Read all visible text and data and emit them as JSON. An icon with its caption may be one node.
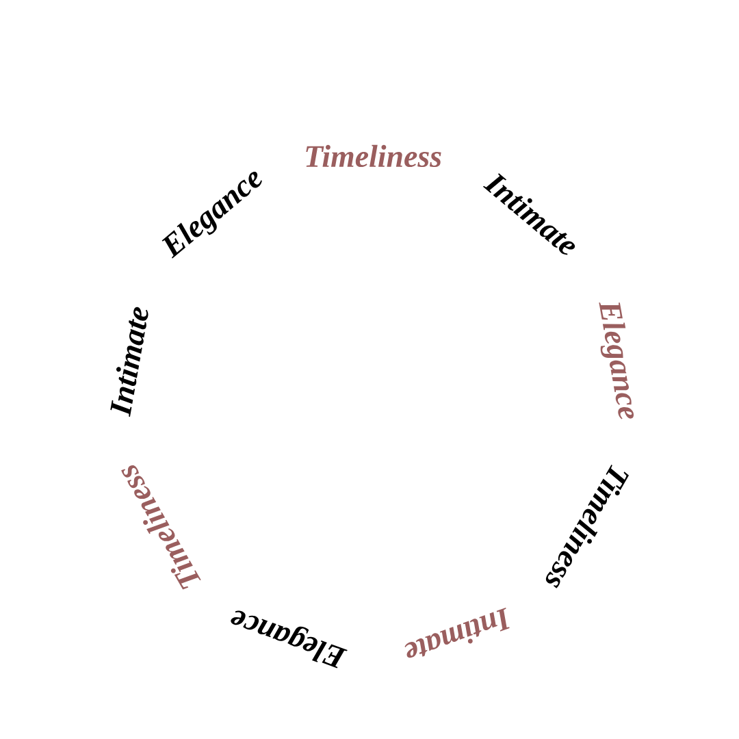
{
  "diagram": {
    "labels": [
      "Elegance",
      "Timeliness",
      "Intimate",
      "Elegance",
      "Timeliness",
      "Intimate",
      "Elegance",
      "Timeliness",
      "Intimate"
    ]
  }
}
